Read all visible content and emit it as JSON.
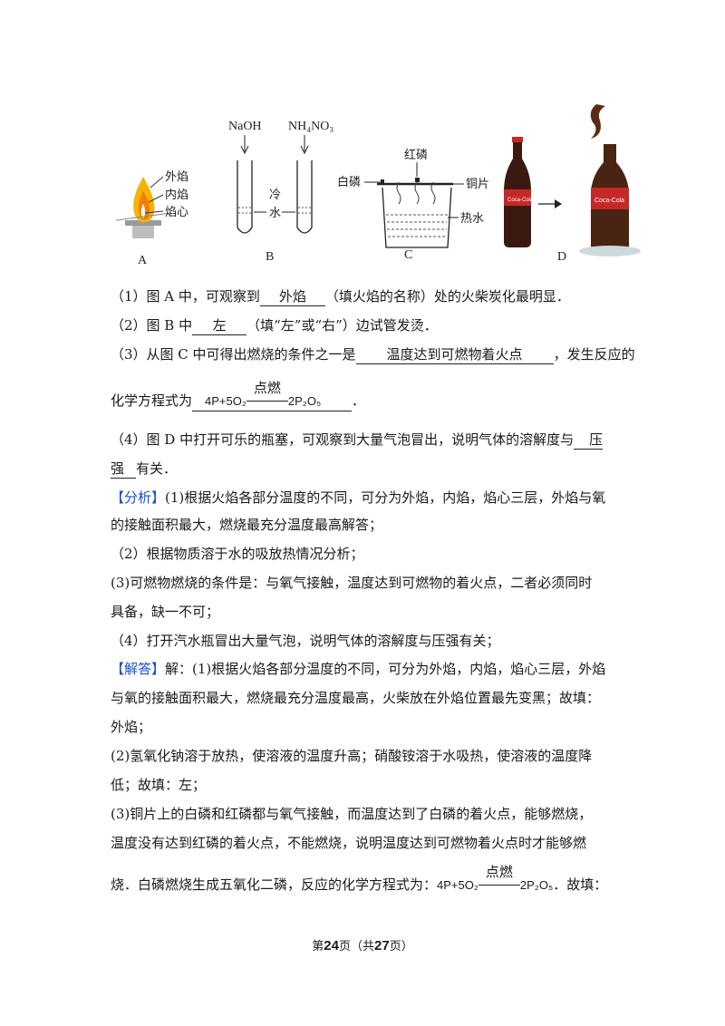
{
  "figure": {
    "a_flame_labels": [
      "外焰",
      "内焰",
      "焰心"
    ],
    "a_label": "A",
    "b_reagent_left": "NaOH",
    "b_reagent_right": "NH₄NO₃",
    "b_water_chars": [
      "冷",
      "水"
    ],
    "b_label": "B",
    "c_top_label": "红磷",
    "c_left_label": "白磷",
    "c_right_label": "铜片",
    "c_bottom_label": "热水",
    "c_label": "C",
    "d_label": "D",
    "d_brand": "Coca-Cola"
  },
  "q1": {
    "prefix": "（1）图 A 中，可观察到",
    "answer": "外焰",
    "suffix": "（填火焰的名称）处的火柴炭化最明显．"
  },
  "q2": {
    "prefix": "（2）图 B 中",
    "answer": "左",
    "suffix": "（填“左”或“右”）边试管发烫．"
  },
  "q3": {
    "prefix": "（3）从图 C 中可得出燃烧的条件之一是",
    "answer": "温度达到可燃物着火点",
    "suffix": "，发生反应的"
  },
  "q3b": {
    "prefix": "化学方程式为",
    "eq_left": "4P+5O₂",
    "eq_cond": "点燃",
    "eq_right": "2P₂O₅",
    "suffix": "．"
  },
  "q4": {
    "prefix": "（4）图 D 中打开可乐的瓶塞，可观察到大量气泡冒出，说明气体的溶解度与",
    "answer_a": "压"
  },
  "q4b": {
    "answer_b": "强",
    "suffix": "有关．"
  },
  "analysis": {
    "tag": "【分析】",
    "lines": [
      "(1)根据火焰各部分温度的不同，可分为外焰，内焰，焰心三层，外焰与氧",
      "的接触面积最大，燃烧最充分温度最高解答；",
      "（2）根据物质溶于水的吸放热情况分析；",
      "(3)可燃物燃烧的条件是：与氧气接触，温度达到可燃物的着火点，二者必须同时",
      "具备，缺一不可；",
      "（4）打开汽水瓶冒出大量气泡，说明气体的溶解度与压强有关；"
    ]
  },
  "solution": {
    "tag": "【解答】",
    "first": "解：(1)根据火焰各部分温度的不同，可分为外焰，内焰，焰心三层，外焰",
    "lines": [
      "与氧的接触面积最大，燃烧最充分温度最高，火柴放在外焰位置最先变黑；故填：",
      "外焰；",
      "(2)氢氧化钠溶于放热，使溶液的温度升高；硝酸铵溶于水吸热，使溶液的温度降",
      "低；故填：左；",
      "(3)铜片上的白磷和红磷都与氧气接触，而温度达到了白磷的着火点，能够燃烧，",
      "温度没有达到红磷的着火点，不能燃烧，说明温度达到可燃物着火点时才能够燃"
    ],
    "last_prefix": "烧．白磷燃烧生成五氧化二磷，反应的化学方程式为：",
    "last_eq_left": "4P+5O₂",
    "last_eq_cond": "点燃",
    "last_eq_right": "2P₂O₅",
    "last_suffix": "．故填："
  },
  "footer": {
    "pre": "第",
    "page": "24",
    "mid": "页（共",
    "total": "27",
    "post": "页）"
  },
  "colors": {
    "tag": "#1a4fd0",
    "text": "#1a1a1a"
  }
}
